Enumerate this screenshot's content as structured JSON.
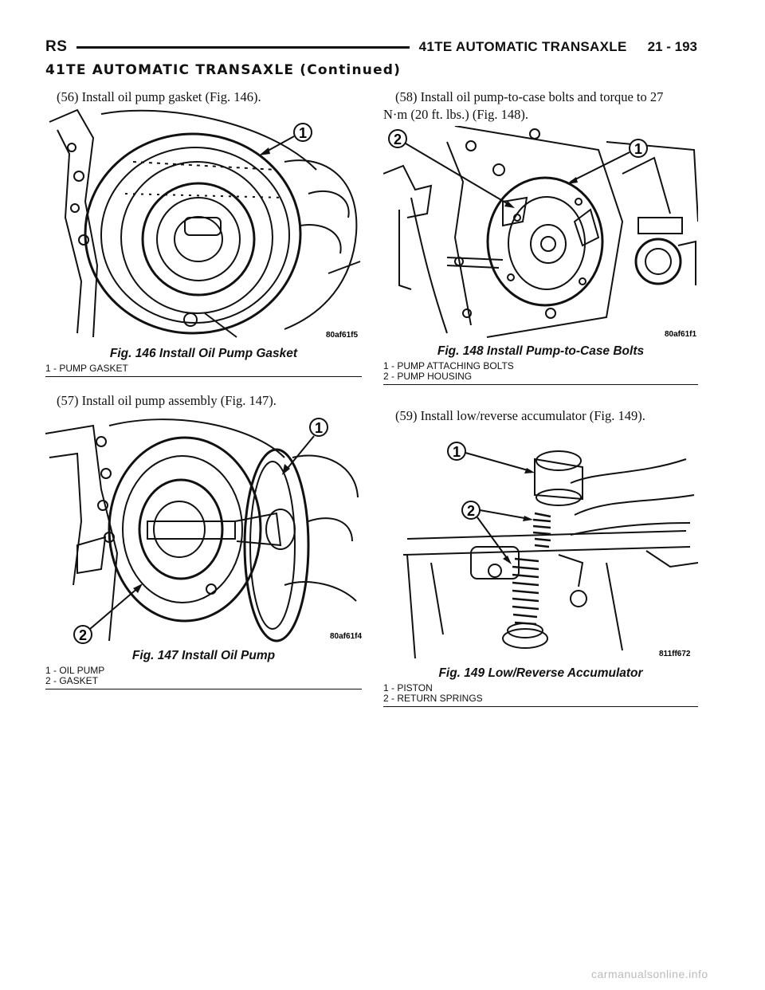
{
  "header": {
    "section_code": "RS",
    "chapter_title": "41TE AUTOMATIC TRANSAXLE",
    "page_number": "21 - 193"
  },
  "section_title": "41TE AUTOMATIC TRANSAXLE (Continued)",
  "steps": {
    "s56": "(56) Install oil pump gasket (Fig. 146).",
    "s57": "(57) Install oil pump assembly (Fig. 147).",
    "s58_line1": "(58) Install oil pump-to-case bolts and torque to 27",
    "s58_line2": "N·m (20 ft. lbs.) (Fig. 148).",
    "s59": "(59) Install low/reverse accumulator (Fig. 149)."
  },
  "figures": {
    "fig146": {
      "title": "Fig. 146 Install Oil Pump Gasket",
      "code": "80af61f5",
      "callouts": [
        "1"
      ],
      "legend": [
        "1 - PUMP GASKET"
      ]
    },
    "fig147": {
      "title": "Fig. 147 Install Oil Pump",
      "code": "80af61f4",
      "callouts": [
        "1",
        "2"
      ],
      "legend": [
        "1 - OIL PUMP",
        "2 - GASKET"
      ]
    },
    "fig148": {
      "title": "Fig. 148 Install Pump-to-Case Bolts",
      "code": "80af61f1",
      "callouts": [
        "1",
        "2"
      ],
      "legend": [
        "1 - PUMP ATTACHING BOLTS",
        "2 - PUMP HOUSING"
      ]
    },
    "fig149": {
      "title": "Fig. 149 Low/Reverse Accumulator",
      "code": "811ff672",
      "callouts": [
        "1",
        "2"
      ],
      "legend": [
        "1 - PISTON",
        "2 - RETURN SPRINGS"
      ]
    }
  },
  "watermark": "carmanualsonline.info"
}
